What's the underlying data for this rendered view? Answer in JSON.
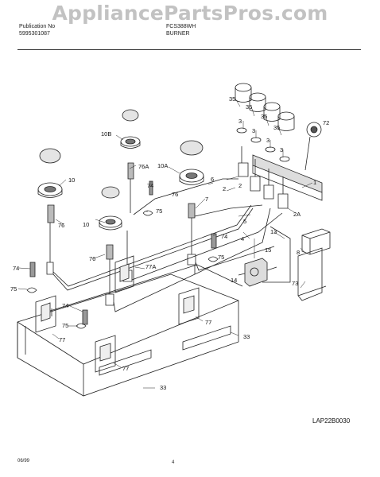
{
  "header": {
    "pub_label": "Publication No",
    "pub_number": "5995301087",
    "model": "FCS388WH",
    "section": "BURNER"
  },
  "watermark": "AppliancePartsPros.com",
  "diagram_code": "LAP22B0030",
  "footer": {
    "date": "06/99",
    "page": "4"
  },
  "callouts": {
    "c35a": "35",
    "c35b": "35",
    "c35c": "35",
    "c35d": "35",
    "c3a": "3",
    "c3b": "3",
    "c3c": "3",
    "c3d": "3",
    "c72": "72",
    "c10B": "10B",
    "c76A": "76A",
    "c10A": "10A",
    "c6": "6",
    "c2a": "2",
    "c2b": "2",
    "c2A": "2A",
    "c1": "1",
    "c10a": "10",
    "c10b": "10",
    "c74a": "74",
    "c75a": "75",
    "c76a": "76",
    "c76b": "76",
    "c76c": "76",
    "c7": "7",
    "c5": "5",
    "c13": "13",
    "c74b": "74",
    "c4": "4",
    "c15": "15",
    "c8": "8",
    "c74c": "74",
    "c75b": "75",
    "c77A": "77A",
    "c14": "14",
    "c73": "73",
    "c74d": "74",
    "c75c": "75",
    "c77a": "77",
    "c77b": "77",
    "c77c": "77",
    "c33a": "33",
    "c33b": "33"
  },
  "colors": {
    "line": "#222222",
    "cap": "#e4e4e4"
  }
}
